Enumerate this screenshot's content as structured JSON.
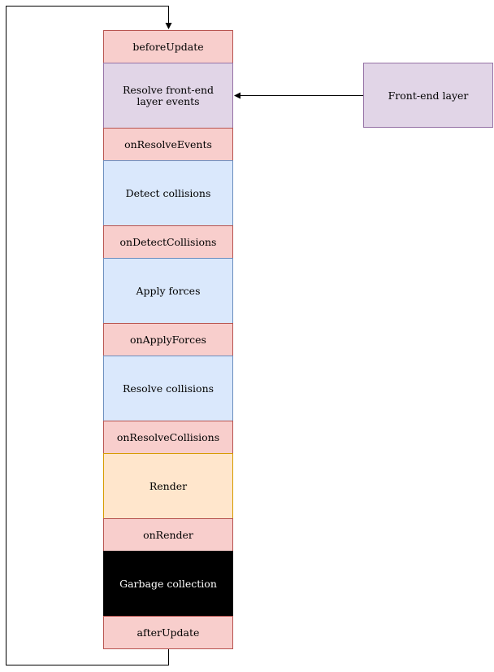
{
  "pipeline": {
    "stages": [
      {
        "label": "beforeUpdate",
        "kind": "hook"
      },
      {
        "label": "Resolve front-end\nlayer events",
        "kind": "frontend"
      },
      {
        "label": "onResolveEvents",
        "kind": "hook"
      },
      {
        "label": "Detect collisions",
        "kind": "physics"
      },
      {
        "label": "onDetectCollisions",
        "kind": "hook"
      },
      {
        "label": "Apply forces",
        "kind": "physics"
      },
      {
        "label": "onApplyForces",
        "kind": "hook"
      },
      {
        "label": "Resolve collisions",
        "kind": "physics"
      },
      {
        "label": "onResolveCollisions",
        "kind": "hook"
      },
      {
        "label": "Render",
        "kind": "render"
      },
      {
        "label": "onRender",
        "kind": "hook"
      },
      {
        "label": "Garbage collection",
        "kind": "gc"
      },
      {
        "label": "afterUpdate",
        "kind": "hook"
      }
    ]
  },
  "frontend_layer": {
    "label": "Front-end layer"
  },
  "colors": {
    "hook_fill": "#f8cecc",
    "frontend_fill": "#e1d5e7",
    "physics_fill": "#dae8fc",
    "render_fill": "#ffe6cc",
    "gc_fill": "#000000",
    "edge": "#000000"
  }
}
